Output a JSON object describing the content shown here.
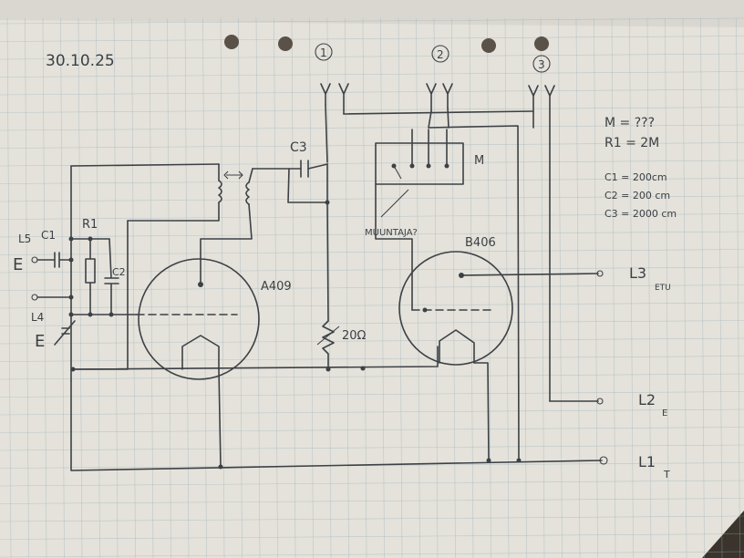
{
  "colors": {
    "paper": "#e4e2da",
    "grid": "#9db0bd",
    "ink": "#3d4146",
    "background": "#3a342c"
  },
  "date": "30.10.25",
  "columns": [
    "1",
    "2",
    "3"
  ],
  "values": {
    "m": "M = ???",
    "r1": "R1 = 2M",
    "c1": "C1 = 200cm",
    "c2": "C2 = 200 cm",
    "c3": "C3 = 2000 cm"
  },
  "labels": {
    "l5": "L5",
    "c1": "C1",
    "r1": "R1",
    "c2": "C2",
    "e1": "E",
    "l4": "L4",
    "e2": "E",
    "c3": "C3",
    "m": "M",
    "muuntaja": "MUUNTAJA?",
    "tube1": "A409",
    "tube2": "B406",
    "resistor": "20Ω",
    "l3": "L3",
    "l3sub": "ETU",
    "l2": "L2",
    "l2sub": "E",
    "l1": "L1",
    "l1sub": "T"
  }
}
